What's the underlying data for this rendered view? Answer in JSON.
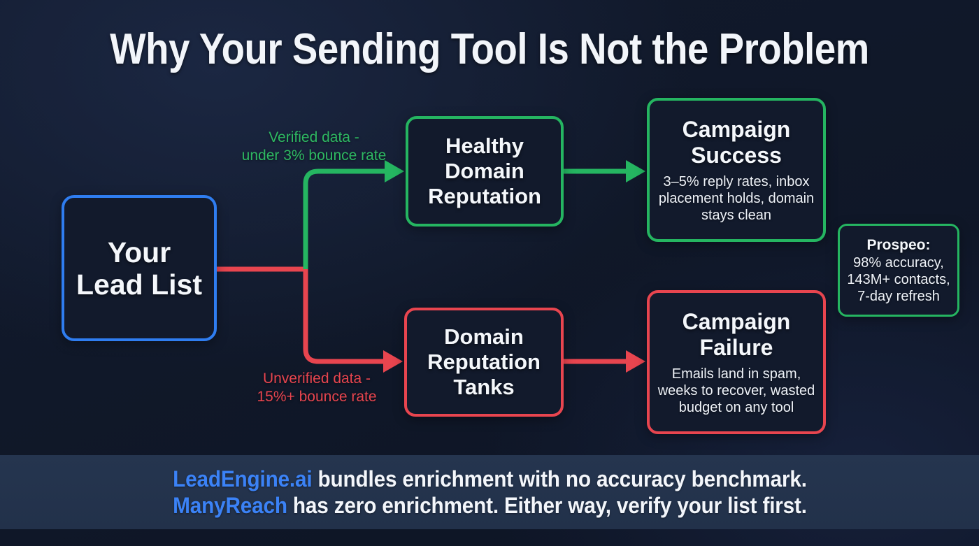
{
  "title": "Why Your Sending Tool Is Not the Problem",
  "colors": {
    "background": "#101829",
    "blue": "#2f7df0",
    "green": "#25b561",
    "green_text": "#2eb862",
    "red": "#e8454f",
    "brand_blue": "#3b82f6",
    "footer_band": "#243450",
    "text": "#f4f7fb"
  },
  "nodes": {
    "lead_list": {
      "title": "Your\nLead List",
      "border_color": "#2f7df0"
    },
    "healthy": {
      "title": "Healthy\nDomain\nReputation",
      "border_color": "#25b561"
    },
    "success": {
      "title": "Campaign\nSuccess",
      "subtitle": "3–5% reply rates, inbox placement holds, domain stays clean",
      "border_color": "#25b561"
    },
    "tanks": {
      "title": "Domain\nReputation\nTanks",
      "border_color": "#e8454f"
    },
    "failure": {
      "title": "Campaign\nFailure",
      "subtitle": "Emails land in spam, weeks to recover, wasted budget on any tool",
      "border_color": "#e8454f"
    },
    "prospeo": {
      "title": "Prospeo:",
      "subtitle": "98% accuracy, 143M+ contacts, 7-day refresh",
      "border_color": "#25b561"
    }
  },
  "edges": {
    "verified_label": "Verified data -\nunder 3% bounce rate",
    "unverified_label": "Unverified data -\n15%+ bounce rate"
  },
  "footer": {
    "line1_brand": "LeadEngine.ai",
    "line1_rest": " bundles enrichment with no accuracy benchmark.",
    "line2_brand": "ManyReach",
    "line2_rest": " has zero enrichment. Either way, verify your list first."
  }
}
